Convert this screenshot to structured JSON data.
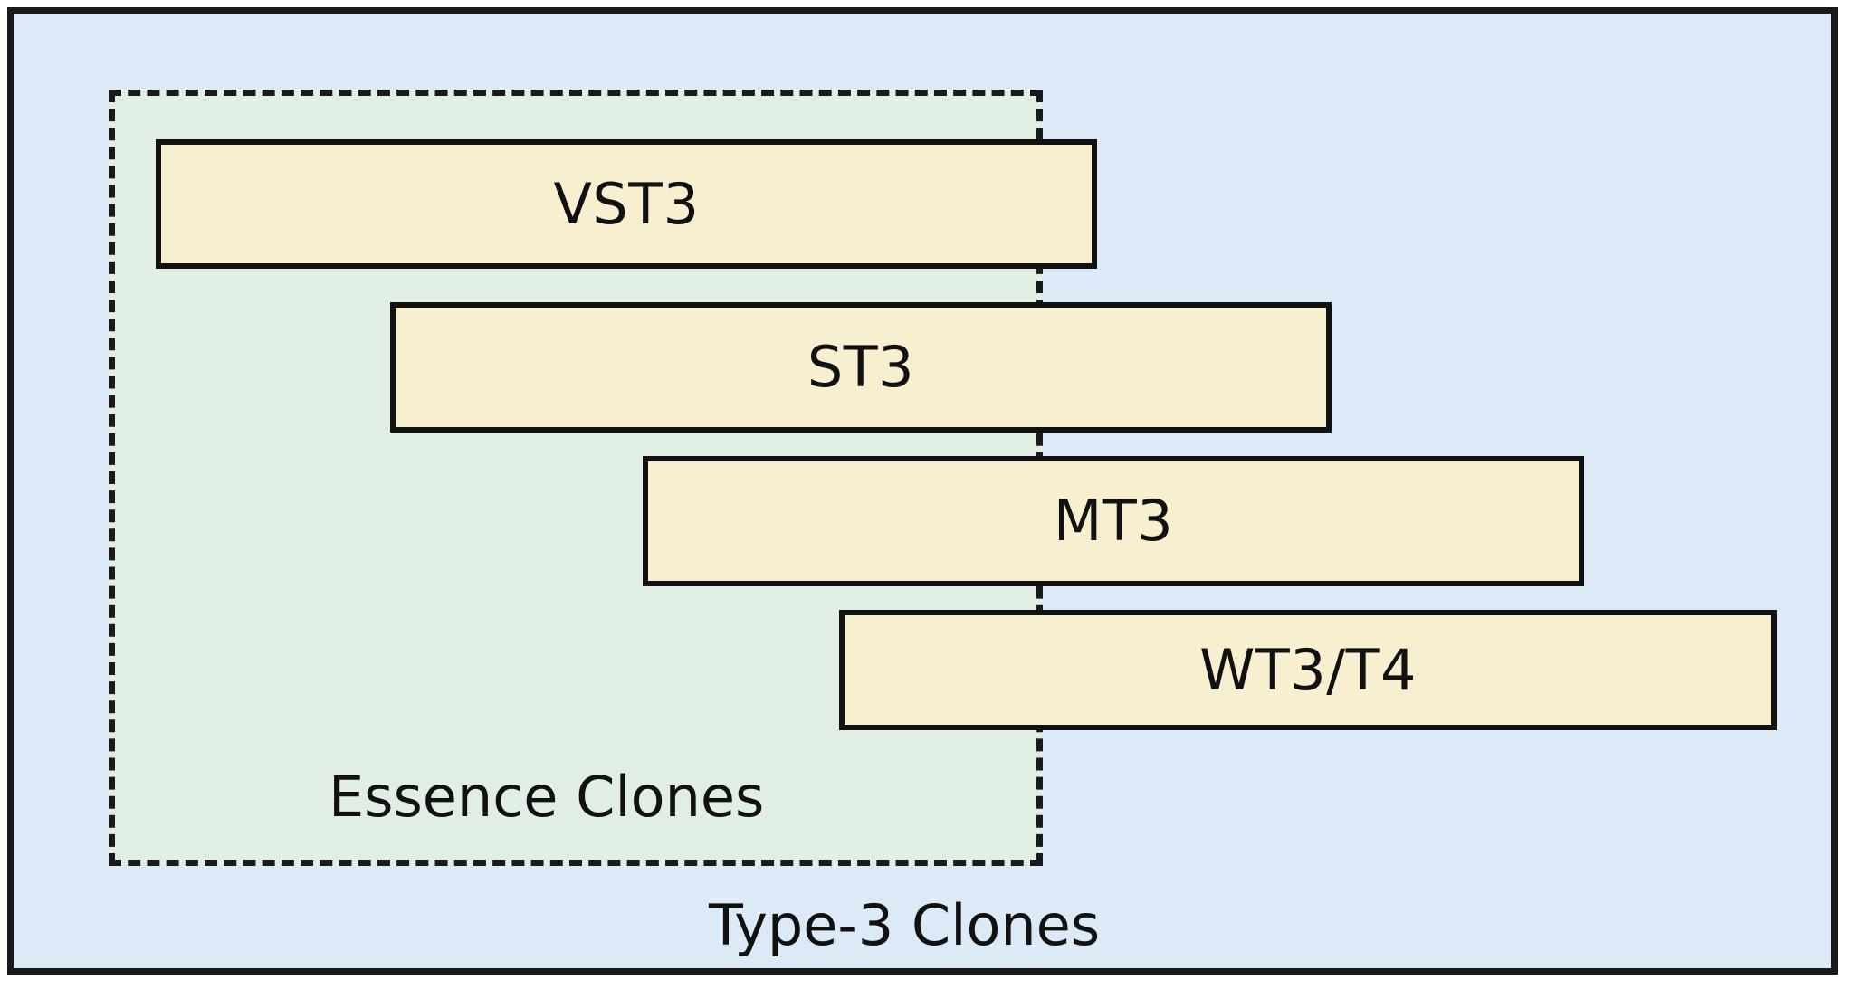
{
  "diagram": {
    "title_outer": "Type-3 Clones",
    "title_inner": "Essence Clones",
    "colors": {
      "outer_fill": "#dce9f7",
      "inner_fill": "#e1eee4",
      "bar_fill": "#f7efcf",
      "stroke": "#111111"
    },
    "regions": [
      {
        "name": "type-3-clones",
        "label": "Type-3 Clones",
        "border_style": "solid",
        "fill": "#dce9f7"
      },
      {
        "name": "essence-clones",
        "label": "Essence Clones",
        "border_style": "dashed",
        "fill": "#e1eee4"
      }
    ],
    "bars": [
      {
        "id": "vst3",
        "label": "VST3"
      },
      {
        "id": "st3",
        "label": "ST3"
      },
      {
        "id": "mt3",
        "label": "MT3"
      },
      {
        "id": "wt3t4",
        "label": "WT3/T4"
      }
    ]
  }
}
